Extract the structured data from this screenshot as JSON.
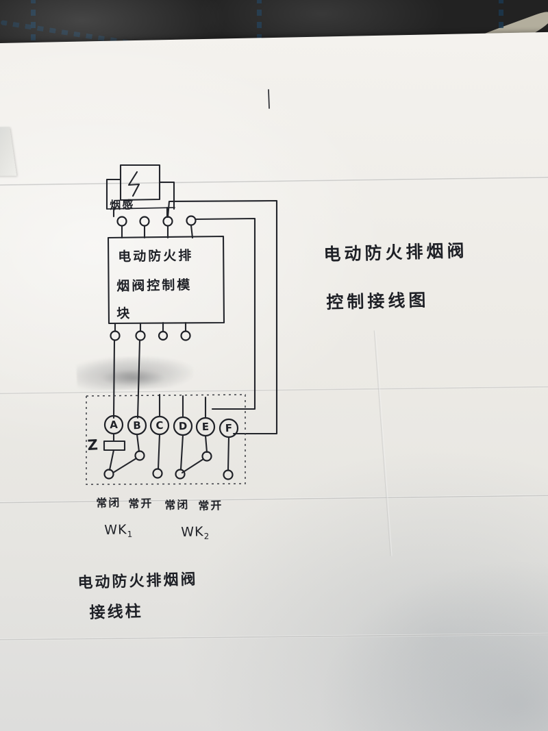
{
  "scene": {
    "medium": "photograph of a hand-drawn pencil wiring diagram on folded white paper",
    "background_surface": "blue patterned fabric with pink flower and beige leaves"
  },
  "title": {
    "line1": "电动防火排烟阀",
    "line2": "控制接线图"
  },
  "smoke_detector": {
    "label": "烟感",
    "symbol": "lightning-bolt"
  },
  "control_module": {
    "line1": "电动防火排",
    "line2": "烟阀控制模",
    "line3": "块",
    "top_terminal_count": 4,
    "bottom_terminal_count": 4
  },
  "terminal_block": {
    "caption_line1": "电动防火排烟阀",
    "caption_line2": "接线柱",
    "coil_label": "Z",
    "terminals": [
      {
        "id": "A"
      },
      {
        "id": "B"
      },
      {
        "id": "C"
      },
      {
        "id": "D"
      },
      {
        "id": "E"
      },
      {
        "id": "F"
      }
    ],
    "contact_labels": [
      {
        "text": "常闭"
      },
      {
        "text": "常开"
      },
      {
        "text": "常闭"
      },
      {
        "text": "常开"
      }
    ],
    "switch_groups": [
      {
        "name": "WK",
        "subscript": "1"
      },
      {
        "name": "WK",
        "subscript": "2"
      }
    ]
  },
  "colors": {
    "ink": "#1e2026",
    "paper": "#f0eeea",
    "fabric_blue": "#44718f",
    "flower_pink": "#d84864",
    "leaf_beige": "#cdc7b3"
  }
}
